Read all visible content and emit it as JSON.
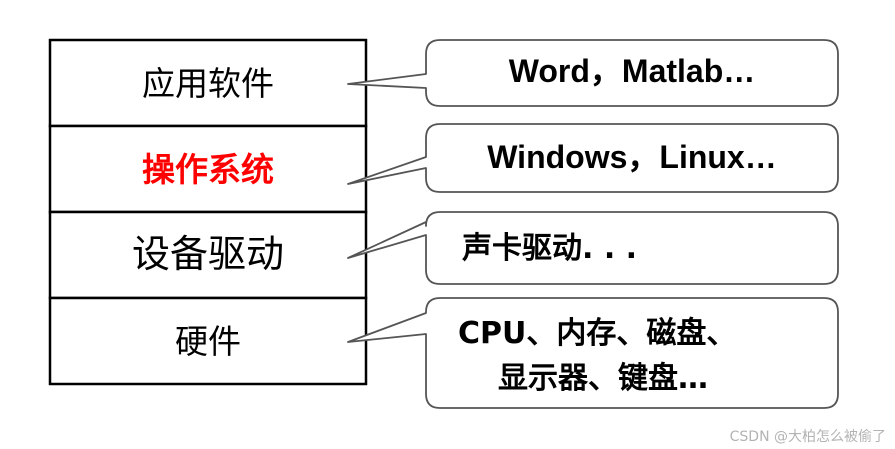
{
  "layers": [
    {
      "label": "应用软件",
      "color": "#000000"
    },
    {
      "label": "操作系统",
      "color": "#ff0000"
    },
    {
      "label": "设备驱动",
      "color": "#000000"
    },
    {
      "label": "硬件",
      "color": "#000000"
    }
  ],
  "callouts": [
    {
      "lines": [
        "Word，Matlab…"
      ]
    },
    {
      "lines": [
        "Windows，Linux…"
      ]
    },
    {
      "lines": [
        "声卡驱动. . ."
      ]
    },
    {
      "lines": [
        "CPU、内存、磁盘、",
        "显示器、键盘…"
      ]
    }
  ],
  "watermark": "CSDN @大柏怎么被偷了"
}
